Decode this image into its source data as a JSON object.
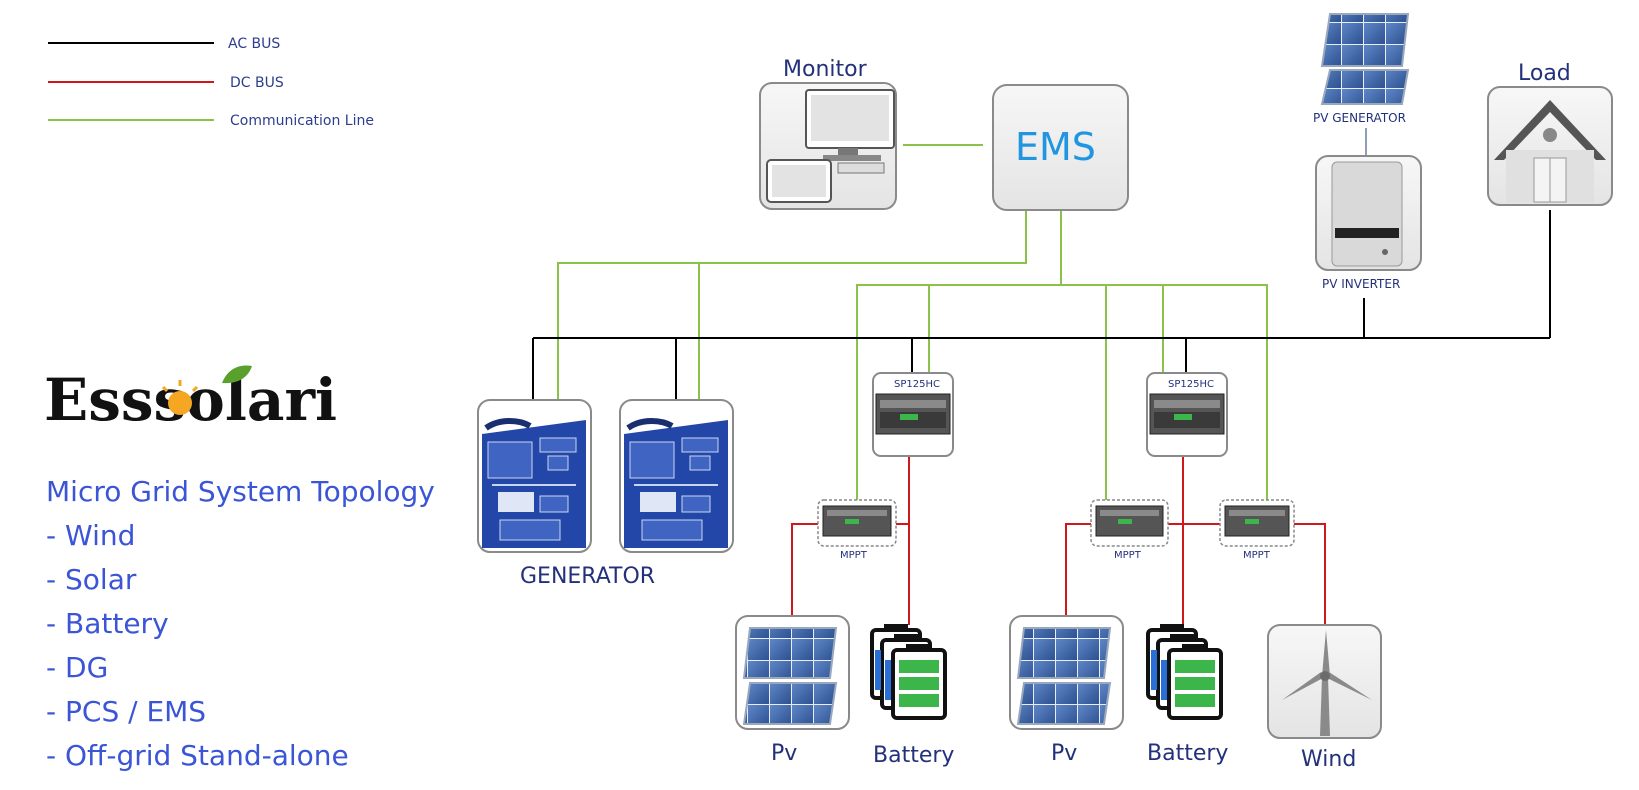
{
  "legend": [
    {
      "label": "AC BUS",
      "color": "#000000"
    },
    {
      "label": "DC BUS",
      "color": "#d0181c"
    },
    {
      "label": "Communication Line",
      "color": "#8bc34a"
    }
  ],
  "brand": {
    "name": "Esssolari",
    "accent_color": "#f5a623",
    "leaf_color": "#5aa02c"
  },
  "topology": {
    "title": "Micro Grid System Topology",
    "items": [
      "- Wind",
      "- Solar",
      "- Battery",
      "- DG",
      "- PCS / EMS",
      "- Off-grid Stand-alone"
    ]
  },
  "devices": {
    "monitor": "Monitor",
    "ems": "EMS",
    "pv_generator": "PV GENERATOR",
    "pv_inverter": "PV INVERTER",
    "load": "Load",
    "generator": "GENERATOR",
    "pcs_1": "SP125HC",
    "pcs_2": "SP125HC",
    "mppt_1": "MPPT",
    "mppt_2": "MPPT",
    "mppt_3": "MPPT",
    "pv_1": "Pv",
    "battery_1": "Battery",
    "pv_2": "Pv",
    "battery_2": "Battery",
    "wind": "Wind"
  },
  "colors": {
    "ac_bus": "#000000",
    "dc_bus": "#d0181c",
    "comm_line": "#8bc34a",
    "label_text": "#23317a",
    "list_text": "#3b55d6",
    "ems_text": "#2196e0",
    "generator_panel": "#2347a8",
    "battery_fill": "#3cb54a",
    "battery_blue": "#2a6fd6"
  }
}
